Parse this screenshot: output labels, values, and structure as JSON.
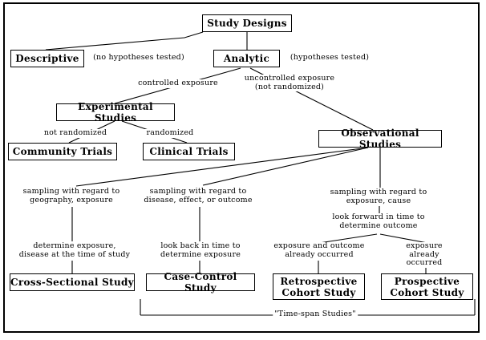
{
  "diagram": {
    "boxes": {
      "study_designs": "Study Designs",
      "descriptive": "Descriptive",
      "analytic": "Analytic",
      "experimental": "Experimental Studies",
      "community_trials": "Community Trials",
      "clinical_trials": "Clinical Trials",
      "observational": "Observational Studies",
      "cross_sectional": "Cross-Sectional Study",
      "case_control": "Case-Control Study",
      "retrospective": "Retrospective\nCohort Study",
      "prospective": "Prospective\nCohort Study"
    },
    "annotations": {
      "no_hypotheses": "(no hypotheses tested)",
      "hypotheses": "(hypotheses tested)",
      "controlled_exposure": "controlled exposure",
      "uncontrolled_exposure": "uncontrolled exposure\n(not randomized)",
      "not_randomized": "not randomized",
      "randomized": "randomized",
      "sampling_geography": "sampling with regard to\ngeography, exposure",
      "sampling_disease": "sampling with regard to\ndisease, effect, or outcome",
      "sampling_exposure": "sampling with regard to\nexposure, cause",
      "look_forward": "look forward in time to\ndetermine outcome",
      "determine_exposure": "determine exposure,\ndisease at the time of study",
      "look_back": "look back in time to\ndetermine exposure",
      "exposure_and_outcome": "exposure and outcome\nalready occurred",
      "exposure_already": "exposure already\noccurred",
      "time_span": "\"Time-span Studies\""
    },
    "colors": {
      "line": "#000000",
      "background": "#ffffff",
      "text": "#000000"
    }
  }
}
